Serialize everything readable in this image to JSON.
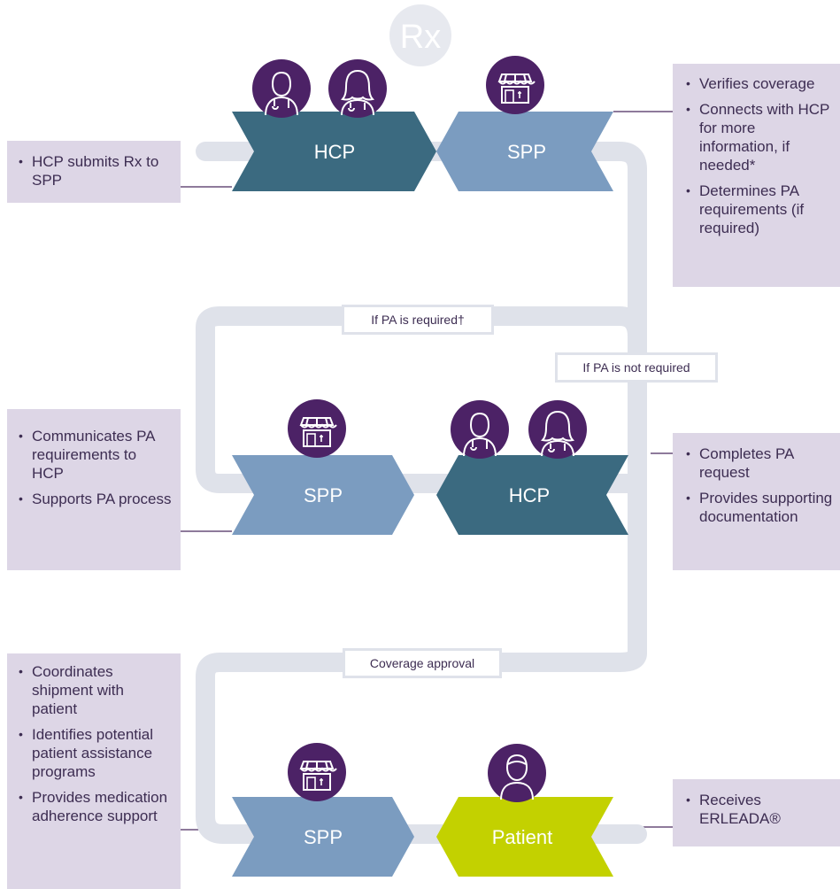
{
  "rx_symbol": "Rx",
  "colors": {
    "track": "#dfe2ea",
    "hcp": "#3b6a80",
    "spp": "#7b9cc0",
    "patient": "#c3d100",
    "icon_circle": "#4c2266",
    "annotation_box": "#ddd6e6"
  },
  "rows": [
    {
      "left_chevron": "HCP",
      "right_chevron": "SPP"
    },
    {
      "left_chevron": "SPP",
      "right_chevron": "HCP"
    },
    {
      "left_chevron": "SPP",
      "right_chevron": "Patient"
    }
  ],
  "icons": [
    "doctor-male-icon",
    "doctor-female-icon",
    "pharmacy-icon",
    "patient-icon"
  ],
  "branch_labels": {
    "pa_required": "If PA is required†",
    "pa_not_required": "If PA is not required",
    "coverage_approval": "Coverage approval"
  },
  "annotations": {
    "hcp_submits": [
      "HCP submits Rx to SPP"
    ],
    "spp_verifies": [
      "Verifies coverage",
      "Connects with HCP for more information, if needed*",
      "Determines PA requirements (if required)"
    ],
    "spp_pa": [
      "Communicates PA requirements to HCP",
      "Supports PA process"
    ],
    "hcp_pa": [
      "Completes PA request",
      "Provides supporting documentation"
    ],
    "spp_shipment": [
      "Coordinates shipment with patient",
      "Identifies potential patient assistance programs",
      "Provides medication adherence support"
    ],
    "patient_receives": [
      "Receives ERLEADA®"
    ]
  }
}
